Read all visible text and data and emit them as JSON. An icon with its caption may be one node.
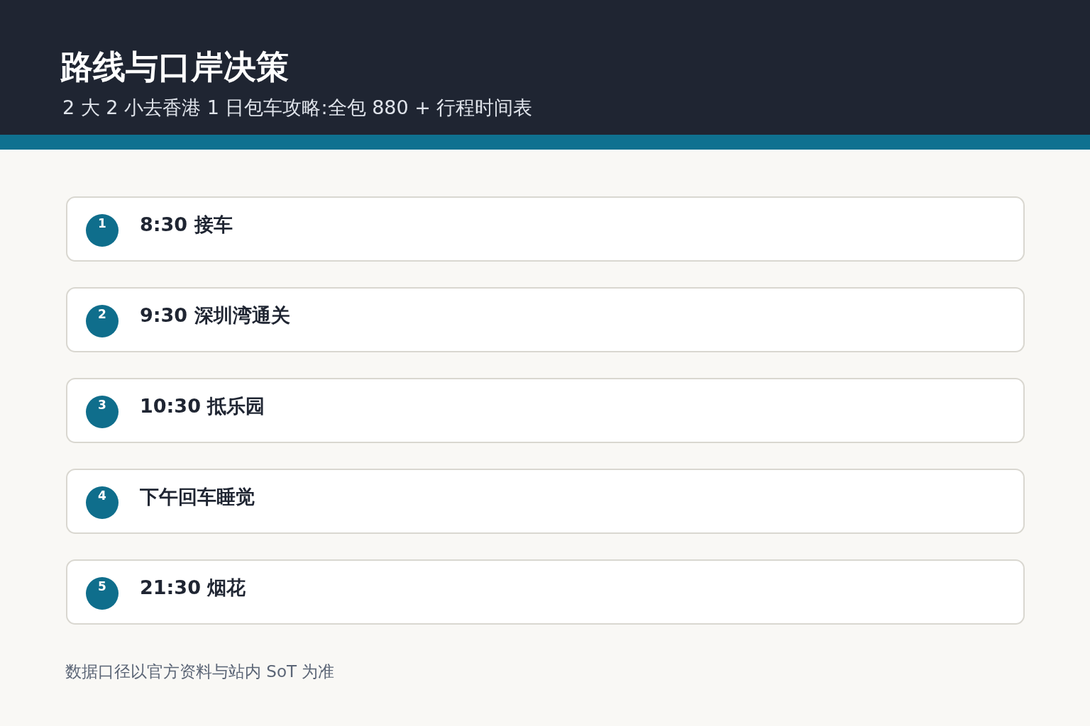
{
  "diagram": {
    "title": "路线与口岸决策",
    "nodes": [
      {
        "text": [
          "8:30 接车"
        ]
      },
      {
        "text": [
          "1"
        ],
        "in": 0
      },
      {
        "text": [
          "9:30 深圳湾通关"
        ]
      },
      {
        "text": [
          "2"
        ],
        "in": 2
      },
      {
        "text": [
          "10:30 抵乐园"
        ]
      },
      {
        "text": [
          "3"
        ],
        "in": 4
      },
      {
        "text": [
          "下午回车睡觉"
        ]
      },
      {
        "text": [
          "4"
        ],
        "in": 6
      },
      {
        "text": [
          "21:30 烟花"
        ]
      },
      {
        "text": [
          "5"
        ],
        "in": 8
      }
    ],
    "labels": [
      "2 大 2 小去香港 1 日包车攻略:全包 880 + 行程时间表",
      "数据口径以官方资料与站内 SoT 为准"
    ]
  }
}
